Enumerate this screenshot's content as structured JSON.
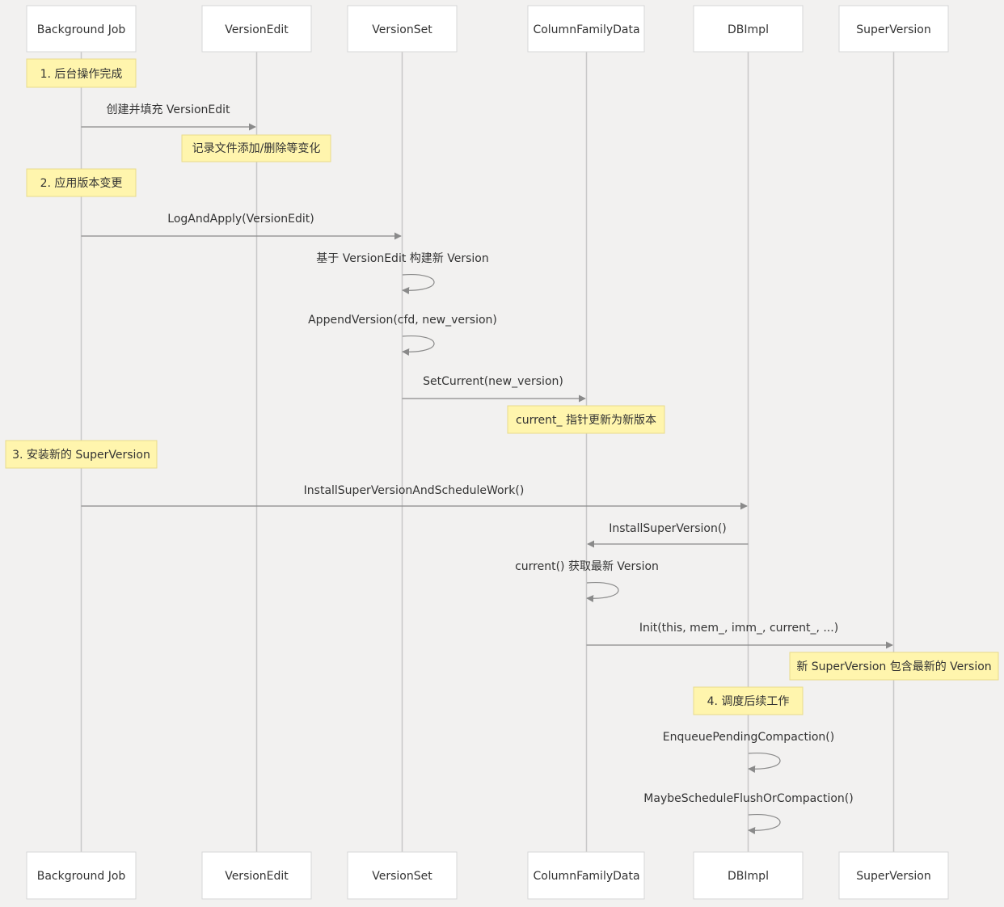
{
  "actors": [
    {
      "id": "bg",
      "label": "Background Job"
    },
    {
      "id": "ve",
      "label": "VersionEdit"
    },
    {
      "id": "vs",
      "label": "VersionSet"
    },
    {
      "id": "cfd",
      "label": "ColumnFamilyData"
    },
    {
      "id": "db",
      "label": "DBImpl"
    },
    {
      "id": "sv",
      "label": "SuperVersion"
    }
  ],
  "notes": [
    {
      "over": "bg",
      "text": "1. 后台操作完成"
    },
    {
      "over": "ve",
      "text": "记录文件添加/删除等变化"
    },
    {
      "over": "bg",
      "text": "2. 应用版本变更"
    },
    {
      "over": "cfd",
      "text": "current_ 指针更新为新版本"
    },
    {
      "over": "bg",
      "text": "3. 安装新的 SuperVersion"
    },
    {
      "over": "sv",
      "text": "新 SuperVersion 包含最新的 Version"
    },
    {
      "over": "db",
      "text": "4. 调度后续工作"
    }
  ],
  "messages": [
    {
      "from": "bg",
      "to": "ve",
      "text": "创建并填充 VersionEdit"
    },
    {
      "from": "bg",
      "to": "vs",
      "text": "LogAndApply(VersionEdit)"
    },
    {
      "from": "vs",
      "to": "vs",
      "text": "基于 VersionEdit 构建新 Version"
    },
    {
      "from": "vs",
      "to": "vs",
      "text": "AppendVersion(cfd, new_version)"
    },
    {
      "from": "vs",
      "to": "cfd",
      "text": "SetCurrent(new_version)"
    },
    {
      "from": "bg",
      "to": "db",
      "text": "InstallSuperVersionAndScheduleWork()"
    },
    {
      "from": "db",
      "to": "cfd",
      "text": "InstallSuperVersion()"
    },
    {
      "from": "cfd",
      "to": "cfd",
      "text": "current() 获取最新 Version"
    },
    {
      "from": "cfd",
      "to": "sv",
      "text": "Init(this, mem_, imm_, current_, ...)"
    },
    {
      "from": "db",
      "to": "db",
      "text": "EnqueuePendingCompaction()"
    },
    {
      "from": "db",
      "to": "db",
      "text": "MaybeScheduleFlushOrCompaction()"
    }
  ]
}
